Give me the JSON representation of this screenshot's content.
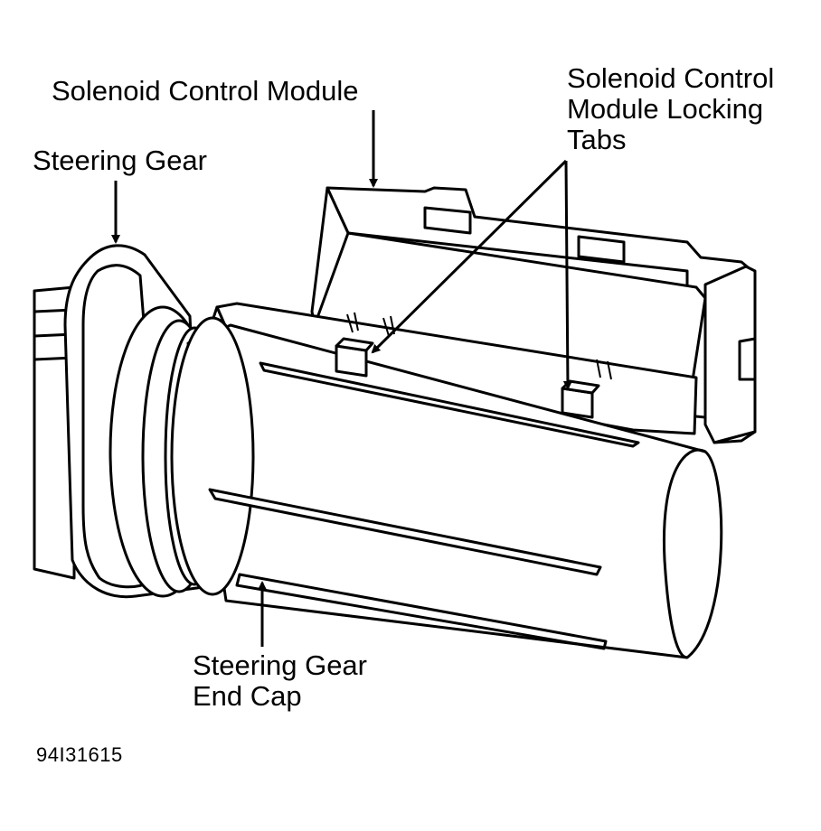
{
  "labels": {
    "solenoid_control_module": "Solenoid Control Module",
    "locking_tabs": [
      "Solenoid Control",
      "Module Locking",
      "Tabs"
    ],
    "steering_gear": "Steering Gear",
    "end_cap": [
      "Steering Gear",
      "End Cap"
    ]
  },
  "figure_id": "94I31615"
}
